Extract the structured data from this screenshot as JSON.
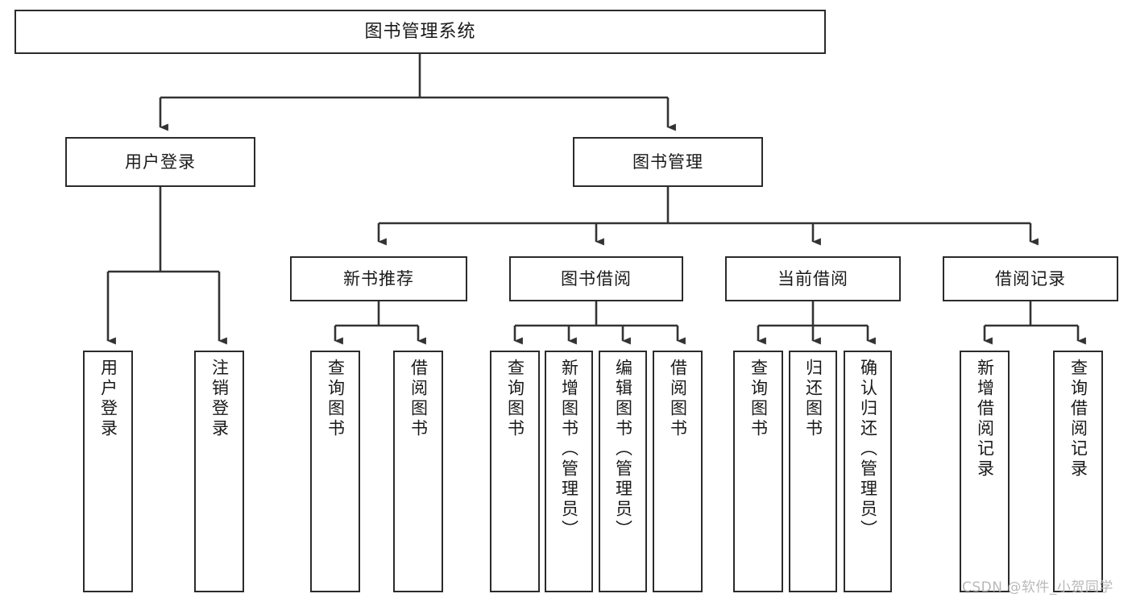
{
  "diagram": {
    "title": "图书管理系统",
    "type": "tree-structure-chart",
    "colors": {
      "box_border": "#2b2b2b",
      "box_fill": "#ffffff",
      "connector": "#333333",
      "canvas": "#ffffff",
      "watermark": "#b9b9b9"
    },
    "root": {
      "label": "图书管理系统"
    },
    "level2": [
      {
        "label": "用户登录"
      },
      {
        "label": "图书管理"
      }
    ],
    "level3": [
      {
        "label": "新书推荐"
      },
      {
        "label": "图书借阅"
      },
      {
        "label": "当前借阅"
      },
      {
        "label": "借阅记录"
      }
    ],
    "leaves": {
      "user_login": [
        {
          "label": "用户登录"
        },
        {
          "label": "注销登录"
        }
      ],
      "new_book_recommend": [
        {
          "label": "查询图书"
        },
        {
          "label": "借阅图书"
        }
      ],
      "book_borrow": [
        {
          "label": "查询图书"
        },
        {
          "label": "新增图书（管理员）"
        },
        {
          "label": "编辑图书（管理员）"
        },
        {
          "label": "借阅图书"
        }
      ],
      "current_borrow": [
        {
          "label": "查询图书"
        },
        {
          "label": "归还图书"
        },
        {
          "label": "确认归还（管理员）"
        }
      ],
      "borrow_record": [
        {
          "label": "新增借阅记录"
        },
        {
          "label": "查询借阅记录"
        }
      ]
    },
    "watermark": "CSDN @软件_小贺同学"
  }
}
